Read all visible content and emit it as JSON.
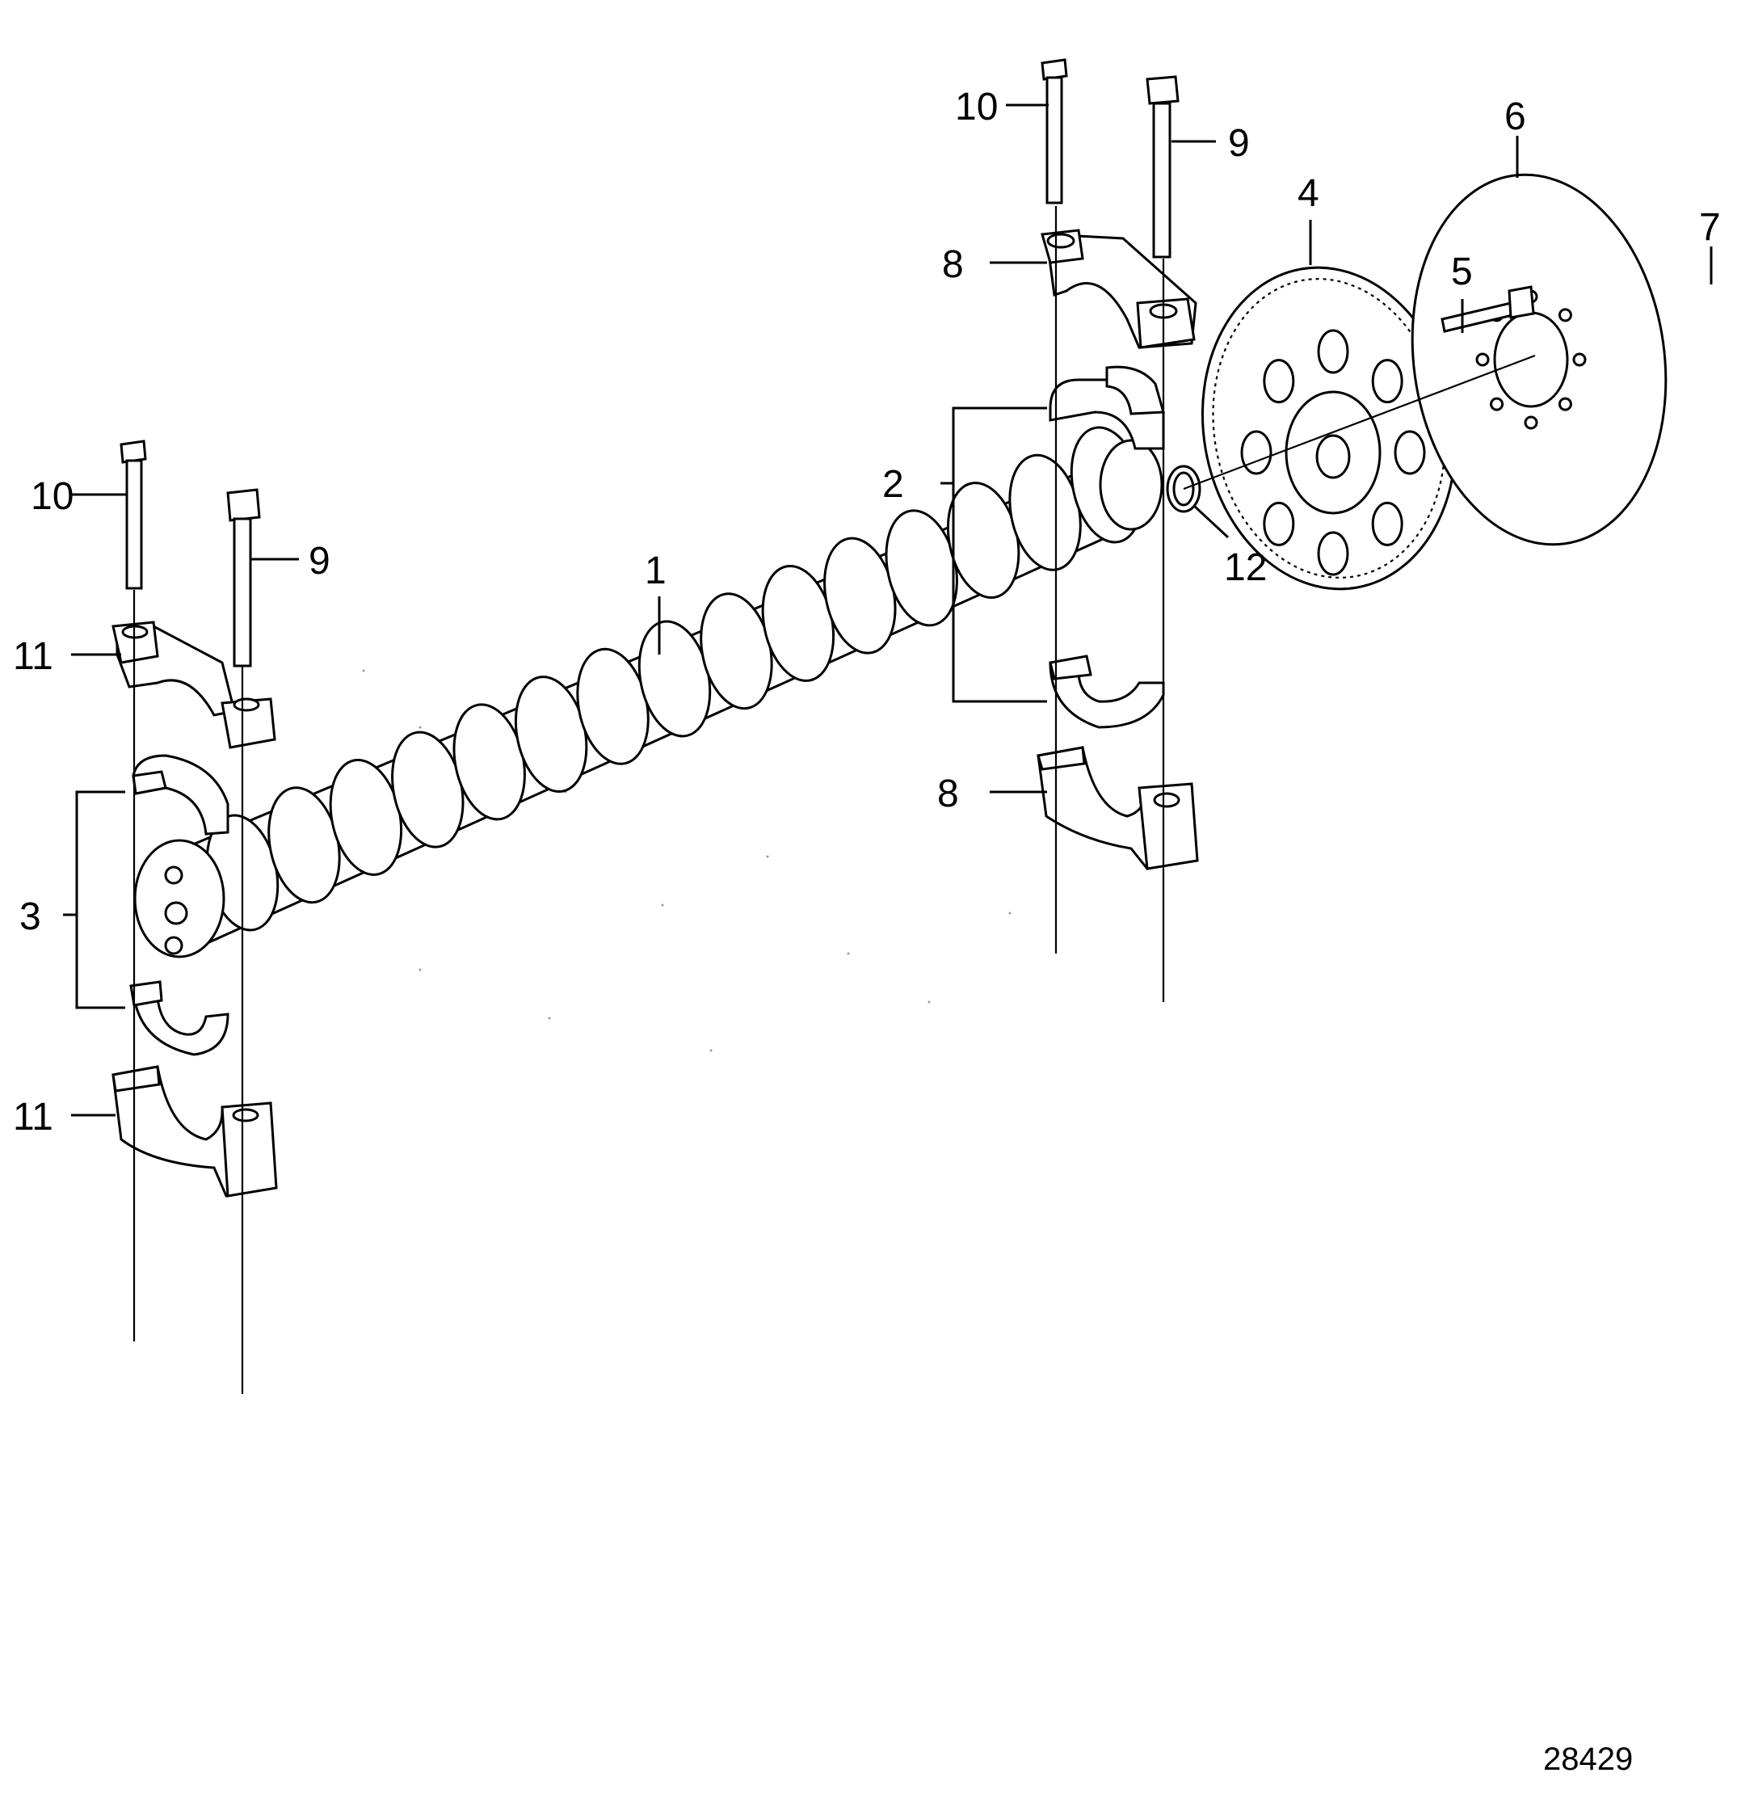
{
  "figure_number": "28429",
  "callouts": [
    {
      "id": "callout-1",
      "text": "1"
    },
    {
      "id": "callout-2",
      "text": "2"
    },
    {
      "id": "callout-3",
      "text": "3"
    },
    {
      "id": "callout-4",
      "text": "4"
    },
    {
      "id": "callout-5",
      "text": "5"
    },
    {
      "id": "callout-6",
      "text": "6"
    },
    {
      "id": "callout-7",
      "text": "7"
    },
    {
      "id": "callout-8-top",
      "text": "8"
    },
    {
      "id": "callout-8-bot",
      "text": "8"
    },
    {
      "id": "callout-9-right",
      "text": "9"
    },
    {
      "id": "callout-9-left",
      "text": "9"
    },
    {
      "id": "callout-10-right",
      "text": "10"
    },
    {
      "id": "callout-10-left",
      "text": "10"
    },
    {
      "id": "callout-11-top",
      "text": "11"
    },
    {
      "id": "callout-11-bot",
      "text": "11"
    },
    {
      "id": "callout-12",
      "text": "12"
    }
  ]
}
